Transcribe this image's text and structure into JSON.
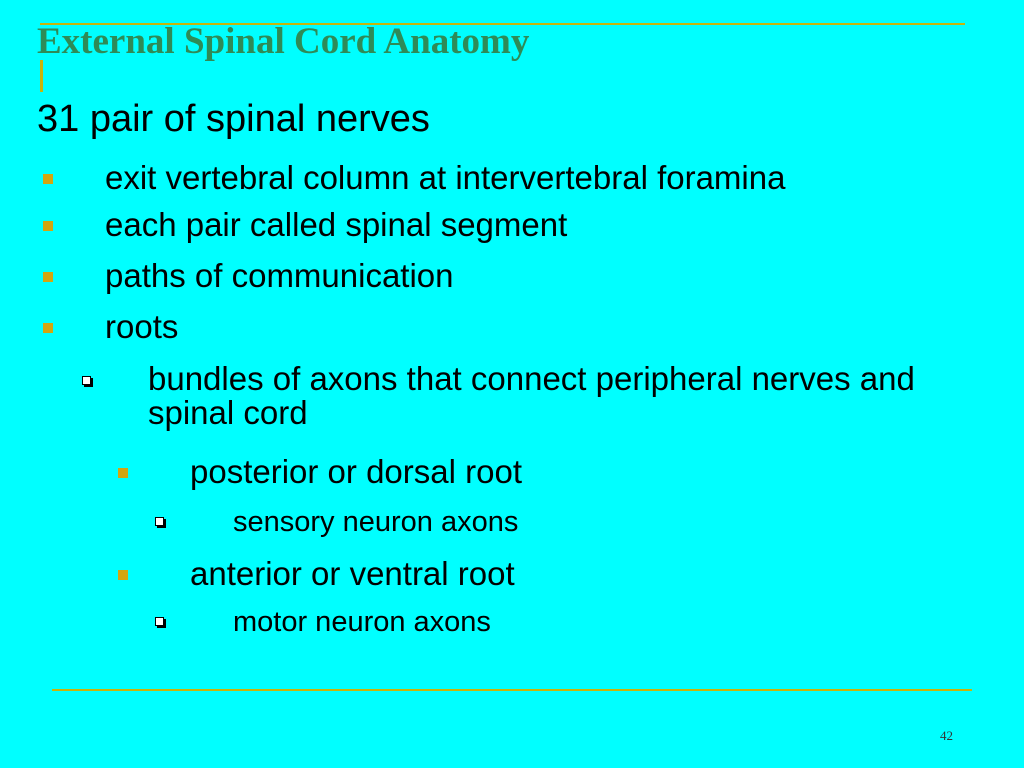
{
  "slide": {
    "title": "External Spinal Cord Anatomy",
    "heading": "31 pair of spinal nerves",
    "bullets": [
      "exit vertebral column at intervertebral foramina",
      "each pair called spinal segment",
      "paths of communication",
      "roots"
    ],
    "sub_bullet": "bundles of axons that connect peripheral nerves and spinal cord",
    "roots": [
      {
        "label": "posterior or dorsal root",
        "detail": "sensory neuron axons"
      },
      {
        "label": "anterior or ventral root",
        "detail": "motor neuron axons"
      }
    ],
    "page_number": "42"
  },
  "colors": {
    "background": "#00ffff",
    "title": "#2e8b57",
    "rule": "#c8b40a",
    "bullet": "#d4a50f"
  }
}
